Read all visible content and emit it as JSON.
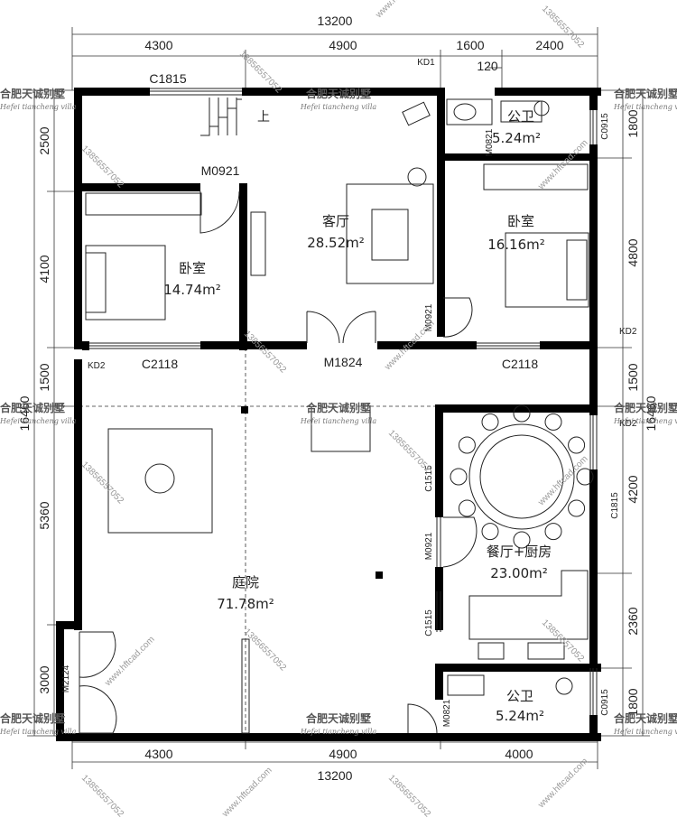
{
  "dims": {
    "top_total": "13200",
    "top_segments": [
      "4300",
      "4900",
      "1600",
      "2400"
    ],
    "top_small": "120",
    "bottom_total": "13200",
    "bottom_segments": [
      "4300",
      "4900",
      "4000"
    ],
    "left": [
      "2500",
      "4100",
      "1500",
      "5360",
      "3000"
    ],
    "right": [
      "1800",
      "4800",
      "1500",
      "4200",
      "2360",
      "1800"
    ],
    "side_total": "16460"
  },
  "openings": {
    "c1815_top": "C1815",
    "m0921_left": "M0921",
    "kd1": "KD1",
    "m0821_top": "M0821",
    "c0915_top": "C0915",
    "kd2_left": "KD2",
    "c2118_left": "C2118",
    "m1824": "M1824",
    "c2118_right": "C2118",
    "kd2_right1": "KD2",
    "m0921_mid": "M0921",
    "kd2_right2": "KD2",
    "c1515_a": "C1515",
    "m0921_dining": "M0921",
    "c1815_right": "C1815",
    "c1515_b": "C1515",
    "m2124": "M2124",
    "m0821_bottom": "M0821",
    "c0915_bottom": "C0915",
    "up": "上"
  },
  "rooms": {
    "bath_top_name": "公卫",
    "bath_top_area": "5.24m²",
    "living_name": "客厅",
    "living_area": "28.52m²",
    "bed_left_name": "卧室",
    "bed_left_area": "14.74m²",
    "bed_right_name": "卧室",
    "bed_right_area": "16.16m²",
    "dining_name": "餐厅+厨房",
    "dining_area": "23.00m²",
    "courtyard_name": "庭院",
    "courtyard_area": "71.78m²",
    "bath_bottom_name": "公卫",
    "bath_bottom_area": "5.24m²"
  },
  "watermark": {
    "brand": "合肥天诚别墅",
    "brand_en": "Hefei tiancheng villa",
    "phone": "13856557052",
    "site": "www.hftcad.com"
  },
  "colors": {
    "wall": "#000000",
    "line": "#222222"
  }
}
